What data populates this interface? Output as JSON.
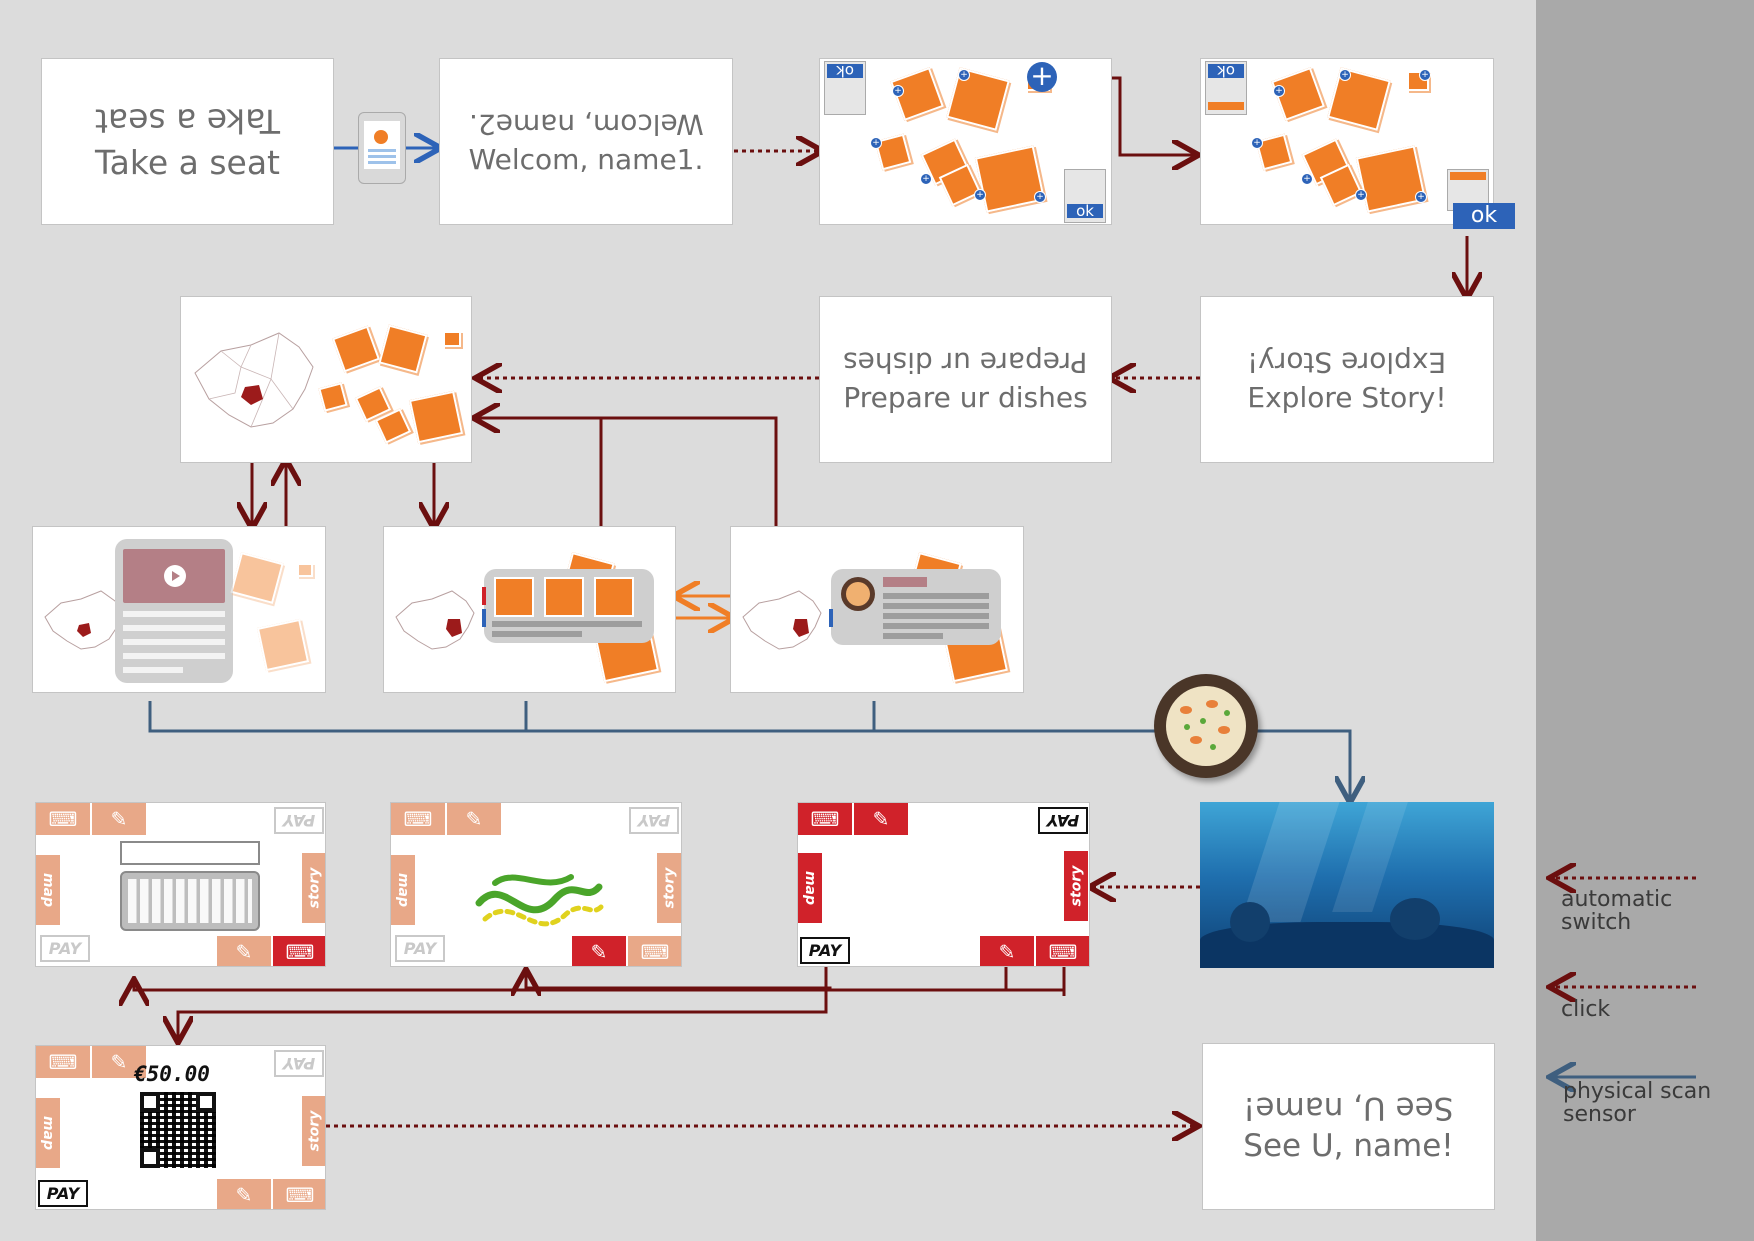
{
  "colors": {
    "background": "#dcdcdc",
    "side_bar": "#a9a9a9",
    "blue": "#2d63b8",
    "orange": "#f07e26",
    "dark_red": "#6b0f0f",
    "red": "#d0222a",
    "steel": "#3f5f7f"
  },
  "screens": {
    "take_seat": "Take a seat",
    "welcome_top": "Welcom, name2.",
    "welcome_bottom": "Welcom, name1.",
    "explore": "Explore Story!",
    "prepare": "Prepare ur dishes",
    "goodbye": "See U, name!"
  },
  "ok_label": "ok",
  "pay_label": "PAY",
  "map_label": "map",
  "story_label": "story",
  "price": "€50.00",
  "legend": {
    "auto": "automatic switch",
    "click": "click",
    "scan": "physical scan sensor"
  },
  "icons": [
    "tablet-icon",
    "plus-icon",
    "play-icon",
    "image-icon",
    "keyboard-icon",
    "pencil-icon",
    "qr-code-icon",
    "dish-bowl-icon"
  ]
}
